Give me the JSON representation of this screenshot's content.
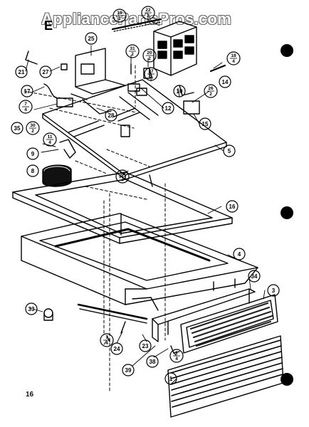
{
  "watermark": "AppliancePartsPros.com",
  "section_letter": "E",
  "page_number": "16",
  "callouts": {
    "c1": "1",
    "c3": "3",
    "c4": "4",
    "c5": "5",
    "c8": "8",
    "c9": "9",
    "c10": "10",
    "c12": "12",
    "c13": "13",
    "c14": "14",
    "c15": "15",
    "c16": "16",
    "c17": "17",
    "c18": "18",
    "c21": "21",
    "c23": "23",
    "c24": "24",
    "c25": "25",
    "c27": "27",
    "c28": "28",
    "c33": "33",
    "c34": "34",
    "c35": "35",
    "c38": "38",
    "c39": "39"
  },
  "fractions": {
    "f19": {
      "num": "19",
      "den": "2"
    },
    "f22": {
      "num": "22",
      "den": "2"
    },
    "f31": {
      "num": "31",
      "den": "2"
    },
    "f20": {
      "num": "20",
      "den": "2"
    },
    "f37": {
      "num": "37",
      "den": "2"
    },
    "f18": {
      "num": "18",
      "den": "4"
    },
    "f26": {
      "num": "26",
      "den": "2"
    },
    "f7a": {
      "num": "7",
      "den": "4"
    },
    "f30": {
      "num": "30",
      "den": "2"
    },
    "f11": {
      "num": "11",
      "den": "4"
    },
    "f36": {
      "num": "36",
      "den": "2"
    },
    "f7b": {
      "num": "7",
      "den": "4"
    },
    "f2": {
      "num": "2",
      "den": "4"
    }
  }
}
